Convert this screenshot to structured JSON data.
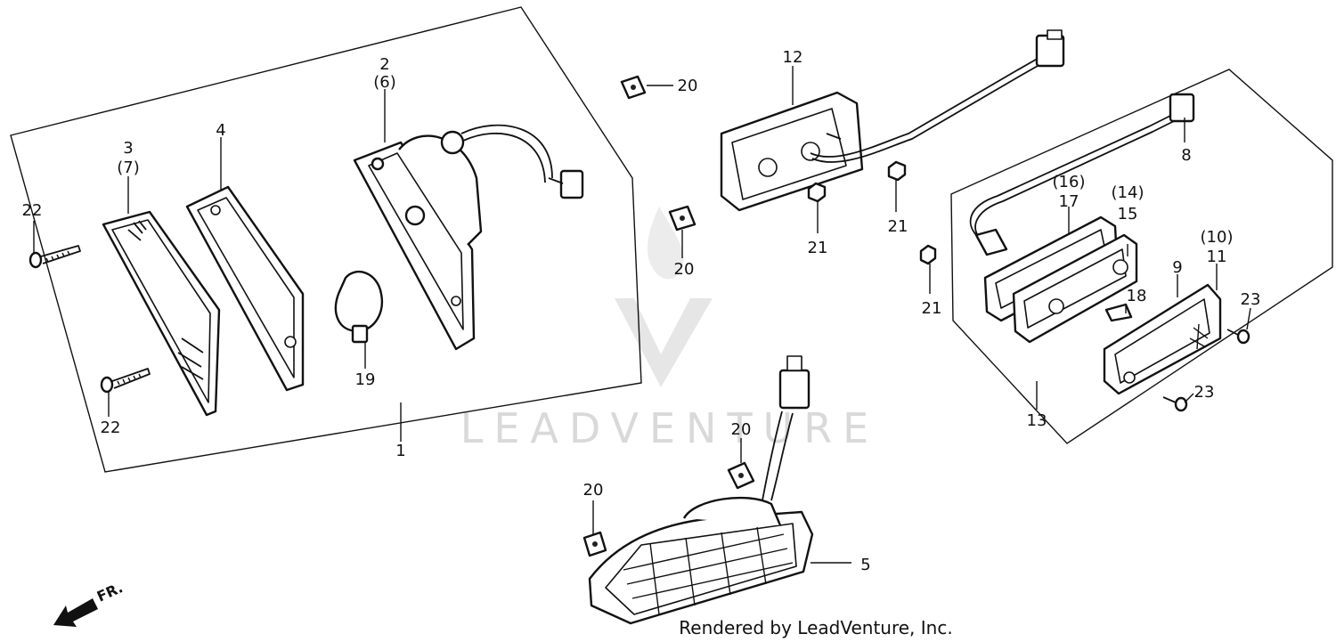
{
  "diagram": {
    "callouts": {
      "c1": "1",
      "c2": "2",
      "c2b": "(6)",
      "c3": "3",
      "c3b": "(7)",
      "c4": "4",
      "c5": "5",
      "c8": "8",
      "c9": "9",
      "c10": "(10)",
      "c11": "11",
      "c12": "12",
      "c13": "13",
      "c14": "(14)",
      "c15": "15",
      "c16": "(16)",
      "c17": "17",
      "c18": "18",
      "c19": "19",
      "c20a": "20",
      "c20b": "20",
      "c20c": "20",
      "c20d": "20",
      "c21a": "21",
      "c21b": "21",
      "c21c": "21",
      "c22a": "22",
      "c22b": "22",
      "c23a": "23",
      "c23b": "23"
    },
    "direction": "FR.",
    "watermark": "LEADVENTURE",
    "credit": "Rendered by LeadVenture, Inc."
  }
}
